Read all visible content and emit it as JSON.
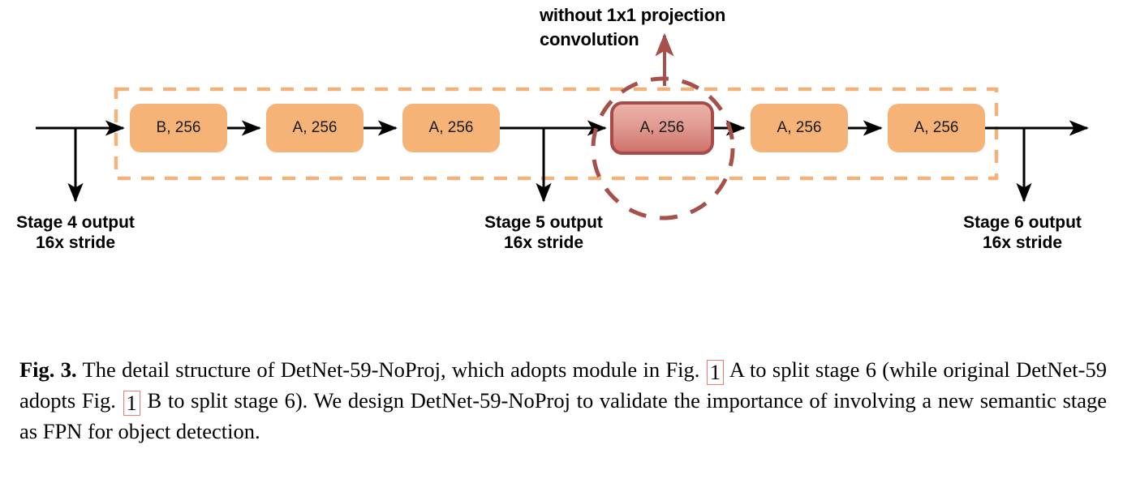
{
  "figure": {
    "annotation": {
      "line1": "without 1x1 projection",
      "line2": "convolution",
      "arrow_color": "#a6504a"
    },
    "container": {
      "name": "dashed-stage-group",
      "border_color": "#f2b27a",
      "style": "dashed"
    },
    "blocks": [
      {
        "label": "B, 256",
        "highlighted": false,
        "fill": "#f5b378"
      },
      {
        "label": "A, 256",
        "highlighted": false,
        "fill": "#f5b378"
      },
      {
        "label": "A, 256",
        "highlighted": false,
        "fill": "#f5b378"
      },
      {
        "label": "A, 256",
        "highlighted": true,
        "fill": "#dd8a80"
      },
      {
        "label": "A, 256",
        "highlighted": false,
        "fill": "#f5b378"
      },
      {
        "label": "A, 256",
        "highlighted": false,
        "fill": "#f5b378"
      }
    ],
    "highlight_circle_color": "#a6504a",
    "stage_outputs": [
      {
        "title": "Stage 4 output",
        "stride": "16x stride"
      },
      {
        "title": "Stage 5 output",
        "stride": "16x stride"
      },
      {
        "title": "Stage 6 output",
        "stride": "16x stride"
      }
    ]
  },
  "caption": {
    "figure_label": "Fig. 3.",
    "part1": "The detail structure of DetNet-59-NoProj, which adopts module in Fig.",
    "ref1": "1",
    "part2": "A to split stage 6 (while original DetNet-59 adopts Fig.",
    "ref2": "1",
    "part3": "B to split stage 6). We design DetNet-59-NoProj to validate the importance of involving a new semantic stage as FPN for object detection.",
    "ref_box_color": "#ef7c6e"
  }
}
